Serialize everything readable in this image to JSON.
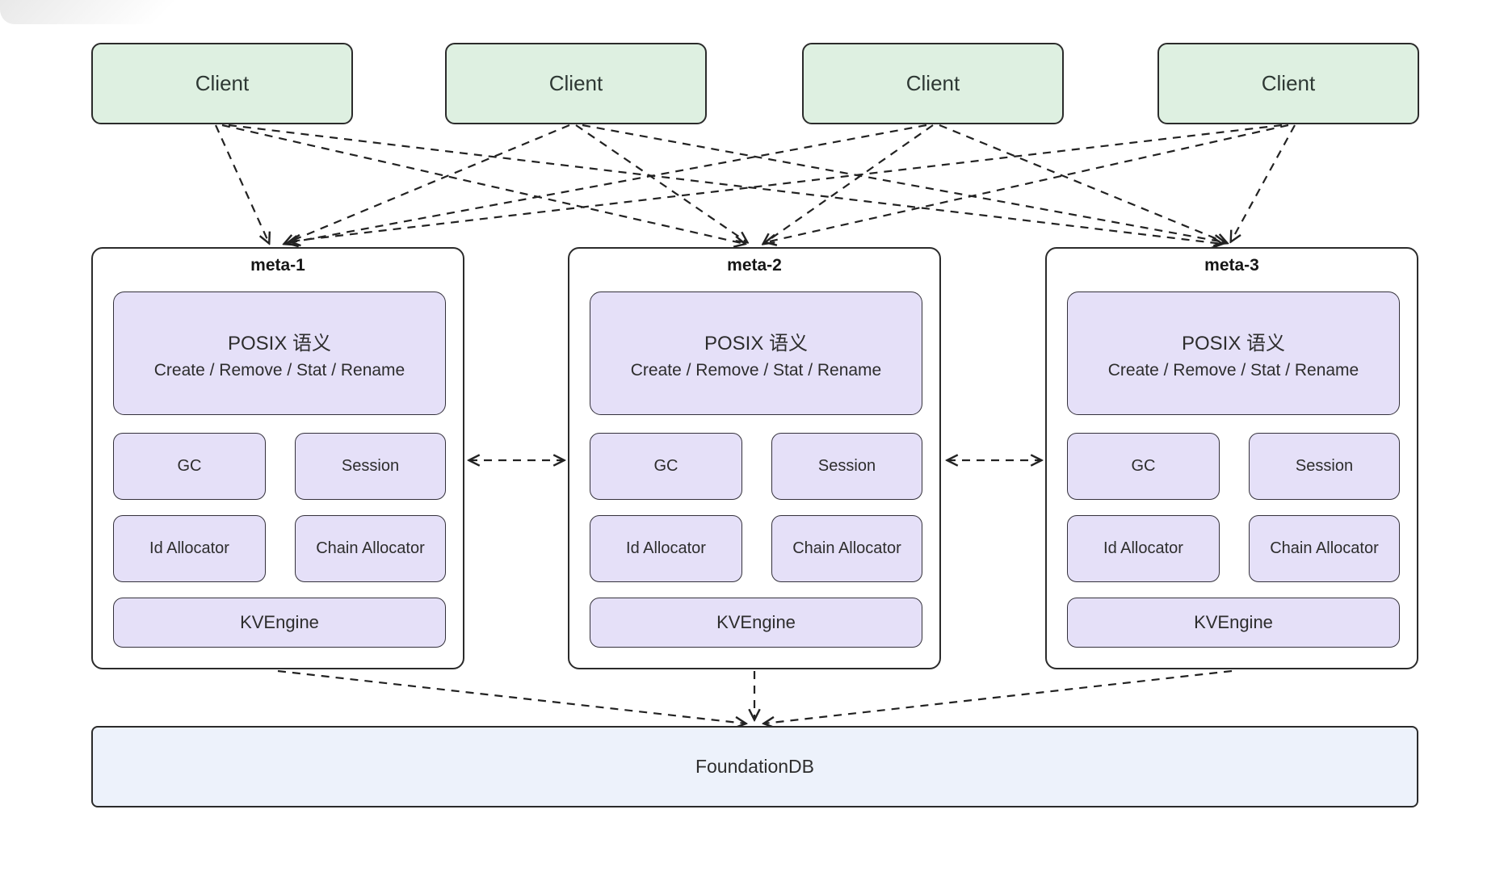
{
  "diagram": {
    "kind": "architecture-diagram",
    "clients": [
      {
        "label": "Client"
      },
      {
        "label": "Client"
      },
      {
        "label": "Client"
      },
      {
        "label": "Client"
      }
    ],
    "metas": [
      {
        "name": "meta-1",
        "posix_title": "POSIX 语义",
        "posix_subtitle": "Create / Remove / Stat / Rename",
        "modules": {
          "gc": "GC",
          "session": "Session",
          "id_allocator": "Id Allocator",
          "chain_allocator": "Chain Allocator"
        },
        "engine": "KVEngine"
      },
      {
        "name": "meta-2",
        "posix_title": "POSIX 语义",
        "posix_subtitle": "Create / Remove / Stat / Rename",
        "modules": {
          "gc": "GC",
          "session": "Session",
          "id_allocator": "Id Allocator",
          "chain_allocator": "Chain Allocator"
        },
        "engine": "KVEngine"
      },
      {
        "name": "meta-3",
        "posix_title": "POSIX 语义",
        "posix_subtitle": "Create / Remove / Stat / Rename",
        "modules": {
          "gc": "GC",
          "session": "Session",
          "id_allocator": "Id Allocator",
          "chain_allocator": "Chain Allocator"
        },
        "engine": "KVEngine"
      }
    ],
    "database": {
      "label": "FoundationDB"
    },
    "edges": {
      "client_to_meta": "dashed-arrow",
      "meta_to_meta": "dashed-double-arrow",
      "meta_to_database": "dashed-arrow"
    },
    "colors": {
      "client_fill": "#def0e1",
      "module_fill": "#e5e0f8",
      "meta_fill": "#ffffff",
      "database_fill": "#edf2fb",
      "border": "#2b2b2b",
      "arrow": "#222222",
      "text": "#2d2d2d"
    }
  }
}
